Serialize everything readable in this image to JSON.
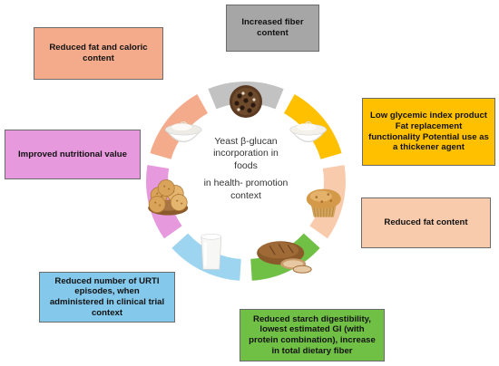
{
  "center": {
    "line1": "Yeast β-glucan",
    "line2": "incorporation in",
    "line3": "foods",
    "line4": "in health- promotion",
    "line5": "context"
  },
  "boxes": {
    "fat_caloric": {
      "text": "Reduced fat and caloric content",
      "color": "#f4ab8c"
    },
    "fiber": {
      "text": "Increased fiber content",
      "color": "#a6a6a6"
    },
    "glycemic": {
      "text": "Low glycemic index product Fat replacement functionality Potential use as a thickener agent",
      "color": "#ffc000"
    },
    "nutritional": {
      "text": "Improved nutritional value",
      "color": "#e699dd"
    },
    "fat_content": {
      "text": "Reduced fat content",
      "color": "#f8cbad"
    },
    "urti": {
      "text": "Reduced number of URTI episodes, when administered in clinical trial context",
      "color": "#84c9ec"
    },
    "starch": {
      "text": "Reduced starch digestibility, lowest estimated GI (with protein combination), increase in total dietary fiber",
      "color": "#71c046"
    }
  },
  "segments": [
    {
      "food": "chocolate-cookie",
      "color": "#c2c2c2"
    },
    {
      "food": "yogurt-cup",
      "color": "#ffc000"
    },
    {
      "food": "muffin",
      "color": "#f8cbad"
    },
    {
      "food": "bread-loaf",
      "color": "#71c046"
    },
    {
      "food": "milk-glass",
      "color": "#9dd5f0"
    },
    {
      "food": "biscuits-basket",
      "color": "#e699dd"
    },
    {
      "food": "cream-bowl",
      "color": "#f4ab8c"
    }
  ]
}
